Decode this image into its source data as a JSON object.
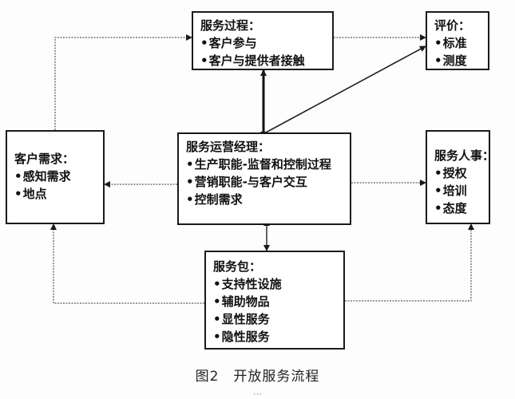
{
  "boxes": {
    "service_process": {
      "title": "服务过程：",
      "items": [
        "客户参与",
        "客户与提供者接触"
      ]
    },
    "evaluation": {
      "title": "评价：",
      "items": [
        "标准",
        "测度"
      ]
    },
    "customer_needs": {
      "title": "客户需求：",
      "items": [
        "感知需求",
        "地点"
      ]
    },
    "service_manager": {
      "title": "服务运营经理：",
      "items": [
        "生产职能-监督和控制过程",
        "营销职能-与客户交互",
        "控制需求"
      ]
    },
    "service_personnel": {
      "title": "服务人事：",
      "items": [
        "授权",
        "培训",
        "态度"
      ]
    },
    "service_package": {
      "title": "服务包：",
      "items": [
        "支持性设施",
        "辅助物品",
        "显性服务",
        "隐性服务"
      ]
    }
  },
  "caption": "图2　开放服务流程",
  "sub_caption": "···"
}
